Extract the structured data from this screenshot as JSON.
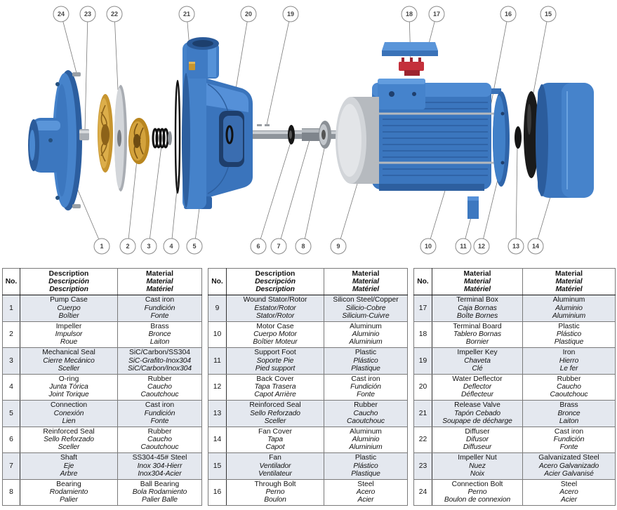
{
  "colors": {
    "pump_blue": "#3b76be",
    "brass": "#c7952f",
    "terminal_board_red": "#c4303b",
    "row_shade": "#e4e8ef"
  },
  "diagram": {
    "callouts": [
      "24",
      "23",
      "22",
      "21",
      "20",
      "19",
      "18",
      "17",
      "16",
      "15",
      "1",
      "2",
      "3",
      "4",
      "5",
      "6",
      "7",
      "8",
      "9",
      "10",
      "11",
      "12",
      "13",
      "14"
    ]
  },
  "tables": [
    {
      "header": {
        "no": "No.",
        "col1": [
          "Description",
          "Descripción",
          "Description"
        ],
        "col2": [
          "Material",
          "Material",
          "Matériel"
        ]
      },
      "rows": [
        {
          "no": "1",
          "col1": [
            "Pump Case",
            "Cuerpo",
            "Boîtier"
          ],
          "col2": [
            "Cast iron",
            "Fundición",
            "Fonte"
          ]
        },
        {
          "no": "2",
          "col1": [
            "Impeller",
            "Impulsor",
            "Roue"
          ],
          "col2": [
            "Brass",
            "Bronce",
            "Laiton"
          ]
        },
        {
          "no": "3",
          "col1": [
            "Mechanical Seal",
            "Cierre Mecánico",
            "Sceller"
          ],
          "col2": [
            "SiC/Carbon/SS304",
            "SiC-Grafito-Inox304",
            "SiC/Carbon/Inox304"
          ]
        },
        {
          "no": "4",
          "col1": [
            "O-ring",
            "Junta Tórica",
            "Joint Torique"
          ],
          "col2": [
            "Rubber",
            "Caucho",
            "Caoutchouc"
          ]
        },
        {
          "no": "5",
          "col1": [
            "Connection",
            "Conexión",
            "Lien"
          ],
          "col2": [
            "Cast iron",
            "Fundición",
            "Fonte"
          ]
        },
        {
          "no": "6",
          "col1": [
            "Reinforced Seal",
            "Sello Reforzado",
            "Sceller"
          ],
          "col2": [
            "Rubber",
            "Caucho",
            "Caoutchouc"
          ]
        },
        {
          "no": "7",
          "col1": [
            "Shaft",
            "Eje",
            "Arbre"
          ],
          "col2": [
            "SS304-45# Steel",
            "Inox 304-Hierr",
            "Inox304-Acier"
          ]
        },
        {
          "no": "8",
          "col1": [
            "Bearing",
            "Rodamiento",
            "Palier"
          ],
          "col2": [
            "Ball Bearing",
            "Bola Rodamiento",
            "Palier Balle"
          ]
        }
      ]
    },
    {
      "header": {
        "no": "No.",
        "col1": [
          "Description",
          "Descripción",
          "Description"
        ],
        "col2": [
          "Material",
          "Material",
          "Matériel"
        ]
      },
      "rows": [
        {
          "no": "9",
          "col1": [
            "Wound Stator/Rotor",
            "Estator/Rotor",
            "Stator/Rotor"
          ],
          "col2": [
            "Silicon Steel/Copper",
            "Silicio-Cobre",
            "Silicium-Cuivre"
          ]
        },
        {
          "no": "10",
          "col1": [
            "Motor Case",
            "Cuerpo Motor",
            "Boîtier Moteur"
          ],
          "col2": [
            "Aluminum",
            "Aluminio",
            "Aluminium"
          ]
        },
        {
          "no": "11",
          "col1": [
            "Support Foot",
            "Soporte Pie",
            "Pied support"
          ],
          "col2": [
            "Plastic",
            "Plástico",
            "Plastique"
          ]
        },
        {
          "no": "12",
          "col1": [
            "Back Cover",
            "Tapa Trasera",
            "Capot Arrière"
          ],
          "col2": [
            "Cast iron",
            "Fundición",
            "Fonte"
          ]
        },
        {
          "no": "13",
          "col1": [
            "Reinforced Seal",
            "Sello Reforzado",
            "Sceller"
          ],
          "col2": [
            "Rubber",
            "Caucho",
            "Caoutchouc"
          ]
        },
        {
          "no": "14",
          "col1": [
            "Fan Cover",
            "Tapa",
            "Capot"
          ],
          "col2": [
            "Aluminum",
            "Aluminio",
            "Aluminium"
          ]
        },
        {
          "no": "15",
          "col1": [
            "Fan",
            "Ventilador",
            "Ventilateur"
          ],
          "col2": [
            "Plastic",
            "Plástico",
            "Plastique"
          ]
        },
        {
          "no": "16",
          "col1": [
            "Through Bolt",
            "Perno",
            "Boulon"
          ],
          "col2": [
            "Steel",
            "Acero",
            "Acier"
          ]
        }
      ]
    },
    {
      "header": {
        "no": "No.",
        "col1": [
          "Material",
          "Material",
          "Matériel"
        ],
        "col2": [
          "Material",
          "Material",
          "Matériel"
        ]
      },
      "rows": [
        {
          "no": "17",
          "col1": [
            "Terminal Box",
            "Caja Bornas",
            "Boîte Bornes"
          ],
          "col2": [
            "Aluminum",
            "Aluminio",
            "Aluminium"
          ]
        },
        {
          "no": "18",
          "col1": [
            "Terminal Board",
            "Tablero Bornas",
            "Bornier"
          ],
          "col2": [
            "Plastic",
            "Plástico",
            "Plastique"
          ]
        },
        {
          "no": "19",
          "col1": [
            "Impeller Key",
            "Chaveta",
            "Clé"
          ],
          "col2": [
            "Iron",
            "Hierro",
            "Le fer"
          ]
        },
        {
          "no": "20",
          "col1": [
            "Water Deflector",
            "Deflector",
            "Déflecteur"
          ],
          "col2": [
            "Rubber",
            "Caucho",
            "Caoutchouc"
          ]
        },
        {
          "no": "21",
          "col1": [
            "Release Valve",
            "Tapón Cebado",
            "Soupape de décharge"
          ],
          "col2": [
            "Brass",
            "Bronce",
            "Laiton"
          ]
        },
        {
          "no": "22",
          "col1": [
            "Diffuser",
            "Difusor",
            "Diffuseur"
          ],
          "col2": [
            "Cast iron",
            "Fundición",
            "Fonte"
          ]
        },
        {
          "no": "23",
          "col1": [
            "Impeller Nut",
            "Nuez",
            "Noix"
          ],
          "col2": [
            "Galvanizated Steel",
            "Acero Galvanizado",
            "Acier Galvanisé"
          ]
        },
        {
          "no": "24",
          "col1": [
            "Connection Bolt",
            "Perno",
            "Boulon de connexion"
          ],
          "col2": [
            "Steel",
            "Acero",
            "Acier"
          ]
        }
      ]
    }
  ]
}
